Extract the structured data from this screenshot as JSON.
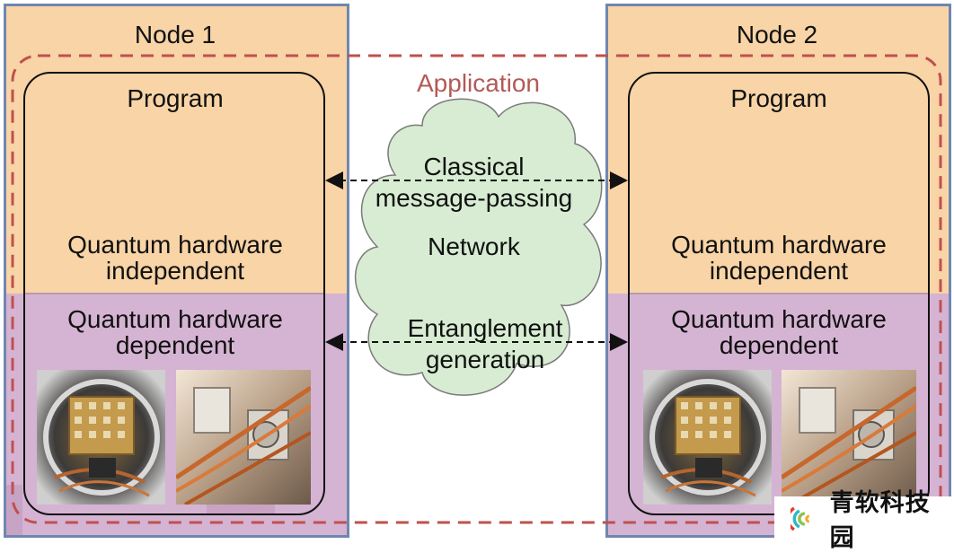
{
  "nodes": [
    {
      "title": "Node 1",
      "program": "Program",
      "independent": "Quantum hardware\nindependent",
      "dependent": "Quantum hardware\ndependent"
    },
    {
      "title": "Node 2",
      "program": "Program",
      "independent": "Quantum hardware\nindependent",
      "dependent": "Quantum hardware\ndependent"
    }
  ],
  "application_label": "Application",
  "cloud": {
    "classical": "Classical\nmessage-passing",
    "network": "Network",
    "entanglement": "Entanglement\ngeneration"
  },
  "watermark": {
    "text": "青软科技园"
  },
  "colors": {
    "node_border": "#6f87b0",
    "orange": "#f8d4a6",
    "purple": "#d5b3d3",
    "dashed_application": "#c0504d",
    "cloud_fill": "#d7ecd2",
    "cloud_stroke": "#7a7a7a"
  }
}
